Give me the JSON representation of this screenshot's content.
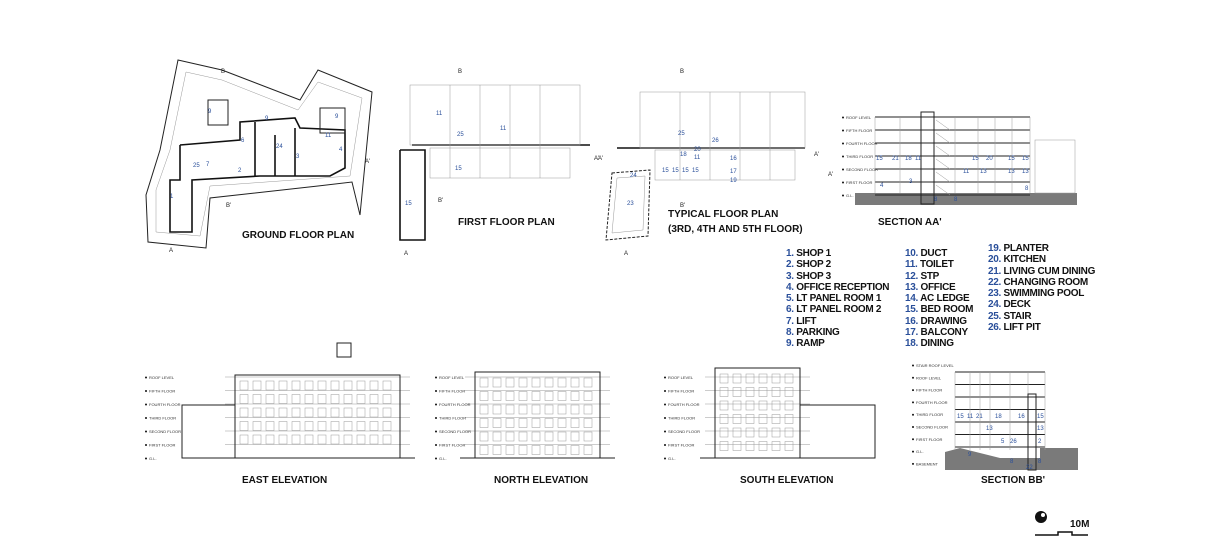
{
  "titles": {
    "ground": "GROUND FLOOR PLAN",
    "first": "FIRST FLOOR PLAN",
    "typical_1": "TYPICAL FLOOR PLAN",
    "typical_2": "(3RD, 4TH AND 5TH FLOOR)",
    "section_aa": "SECTION AA'",
    "east": "EAST ELEVATION",
    "north": "NORTH ELEVATION",
    "south": "SOUTH ELEVATION",
    "section_bb": "SECTION BB'"
  },
  "section_markers": {
    "a": "A",
    "a_prime": "A'",
    "b": "B",
    "b_prime": "B'"
  },
  "levels": [
    "ROOF LEVEL",
    "FIFTH FLOOR",
    "FOURTH FLOOR",
    "THIRD FLOOR",
    "SECOND FLOOR",
    "FIRST FLOOR",
    "G.L."
  ],
  "levels_bb": [
    "STAIR ROOF LEVEL",
    "ROOF LEVEL",
    "FIFTH FLOOR",
    "FOURTH FLOOR",
    "THIRD FLOOR",
    "SECOND FLOOR",
    "FIRST FLOOR",
    "G.L.",
    "BASEMENT"
  ],
  "room_tags": {
    "ground": [
      "1",
      "2",
      "3",
      "4",
      "6",
      "7",
      "9",
      "9",
      "9",
      "11",
      "24",
      "25"
    ],
    "first": [
      "11",
      "25",
      "11",
      "15",
      "15"
    ],
    "typical": [
      "25",
      "26",
      "18",
      "20",
      "11",
      "16",
      "15",
      "15",
      "15",
      "15",
      "17",
      "19",
      "24",
      "23"
    ],
    "section_aa": [
      "15",
      "21",
      "18",
      "11",
      "15",
      "20",
      "15",
      "15",
      "11",
      "13",
      "13",
      "13",
      "4",
      "3",
      "8",
      "8",
      "8"
    ],
    "section_bb": [
      "15",
      "11",
      "21",
      "18",
      "16",
      "15",
      "13",
      "13",
      "5",
      "26",
      "2",
      "9",
      "8",
      "8",
      "22"
    ]
  },
  "legend": [
    [
      {
        "n": "1.",
        "t": "SHOP 1"
      },
      {
        "n": "2.",
        "t": "SHOP 2"
      },
      {
        "n": "3.",
        "t": "SHOP 3"
      },
      {
        "n": "4.",
        "t": "OFFICE RECEPTION"
      },
      {
        "n": "5.",
        "t": "LT PANEL ROOM 1"
      },
      {
        "n": "6.",
        "t": "LT PANEL ROOM 2"
      },
      {
        "n": "7.",
        "t": "LIFT"
      },
      {
        "n": "8.",
        "t": "PARKING"
      },
      {
        "n": "9.",
        "t": "RAMP"
      }
    ],
    [
      {
        "n": "10.",
        "t": "DUCT"
      },
      {
        "n": "11.",
        "t": "TOILET"
      },
      {
        "n": "12.",
        "t": "STP"
      },
      {
        "n": "13.",
        "t": "OFFICE"
      },
      {
        "n": "14.",
        "t": "AC LEDGE"
      },
      {
        "n": "15.",
        "t": "BED ROOM"
      },
      {
        "n": "16.",
        "t": "DRAWING"
      },
      {
        "n": "17.",
        "t": "BALCONY"
      },
      {
        "n": "18.",
        "t": "DINING"
      }
    ],
    [
      {
        "n": "19.",
        "t": "PLANTER"
      },
      {
        "n": "20.",
        "t": "KITCHEN"
      },
      {
        "n": "21.",
        "t": "LIVING CUM DINING"
      },
      {
        "n": "22.",
        "t": "CHANGING ROOM"
      },
      {
        "n": "23.",
        "t": "SWIMMING POOL"
      },
      {
        "n": "24.",
        "t": "DECK"
      },
      {
        "n": "25.",
        "t": "STAIR"
      },
      {
        "n": "26.",
        "t": "LIFT PIT"
      }
    ]
  ],
  "scale": {
    "label": "10M"
  },
  "colors": {
    "tag": "#2a4f9a",
    "ground": "#7a7a7a",
    "line": "#222222"
  }
}
